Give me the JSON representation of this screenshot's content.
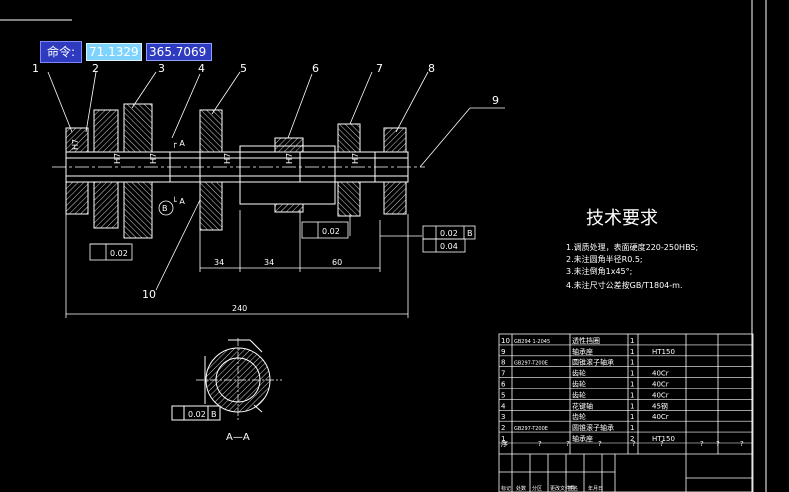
{
  "command": {
    "label": "命令:",
    "x_value": "71.1329",
    "y_value": "365.7069"
  },
  "callouts": [
    "1",
    "2",
    "3",
    "4",
    "5",
    "6",
    "7",
    "8",
    "9",
    "10"
  ],
  "tech_requirements": {
    "title": "技术要求",
    "items": [
      "1.调质处理，表面硬度220-250HBS;",
      "2.未注圆角半径R0.5;",
      "3.未注倒角1x45°;",
      "4.未注尺寸公差按GB/T1804-m."
    ]
  },
  "dimensions": {
    "d34a": "34",
    "d34b": "34",
    "d60": "60",
    "d240": "240",
    "tol1": "0.02",
    "tol2": "0.02",
    "tol3": "0.02",
    "tol4": "0.04",
    "tol5": "0.02",
    "datum_b": "B",
    "datum_b2": "B",
    "section_label": "A—A",
    "section_ref_top": "┌ A",
    "section_ref_bottom": "└ A"
  },
  "fits": [
    "H7",
    "H7",
    "H7",
    "H7",
    "H7",
    "H7"
  ],
  "bom": [
    {
      "no": "10",
      "std": "GB294 1-2045",
      "name": "透性挡圈",
      "qty": "1",
      "mat": ""
    },
    {
      "no": "9",
      "std": "",
      "name": "轴承座",
      "qty": "1",
      "mat": "HT150"
    },
    {
      "no": "8",
      "std": "GB297-T200E",
      "name": "圆锥滚子轴承",
      "qty": "1",
      "mat": ""
    },
    {
      "no": "7",
      "std": "",
      "name": "齿轮",
      "qty": "1",
      "mat": "40Cr"
    },
    {
      "no": "6",
      "std": "",
      "name": "齿轮",
      "qty": "1",
      "mat": "40Cr"
    },
    {
      "no": "5",
      "std": "",
      "name": "齿轮",
      "qty": "1",
      "mat": "40Cr"
    },
    {
      "no": "4",
      "std": "",
      "name": "花键轴",
      "qty": "1",
      "mat": "45钢"
    },
    {
      "no": "3",
      "std": "",
      "name": "齿轮",
      "qty": "1",
      "mat": "40Cr"
    },
    {
      "no": "2",
      "std": "GB297-T200E",
      "name": "圆锥滚子轴承",
      "qty": "1",
      "mat": ""
    },
    {
      "no": "1",
      "std": "",
      "name": "轴承座",
      "qty": "2",
      "mat": "HT150"
    }
  ],
  "bom_header": [
    "序",
    "?",
    "?",
    "?",
    "?",
    "?",
    "?",
    "?",
    "?"
  ],
  "title_block": [
    "标记",
    "处数",
    "分区",
    "更改文件号",
    "签名",
    "年月日"
  ]
}
